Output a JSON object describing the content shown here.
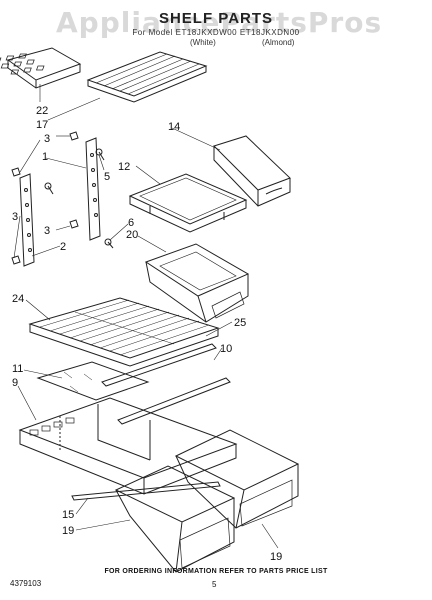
{
  "watermark": "AppliancePartsPros",
  "header": {
    "title": "SHELF PARTS",
    "model_line": "For Model ET18JKXDW00 ET18JKXDN00",
    "variants": [
      "(White)",
      "(Almond)"
    ]
  },
  "callouts": [
    "22",
    "17",
    "3",
    "1",
    "5",
    "14",
    "12",
    "3",
    "3",
    "6",
    "20",
    "2",
    "24",
    "25",
    "11",
    "10",
    "9",
    "15",
    "19",
    "19"
  ],
  "footer": {
    "note": "FOR ORDERING INFORMATION REFER TO PARTS PRICE LIST",
    "doc_number": "4379103",
    "page_number": "5"
  },
  "colors": {
    "line": "#222222",
    "watermark": "#d9d9d9"
  }
}
